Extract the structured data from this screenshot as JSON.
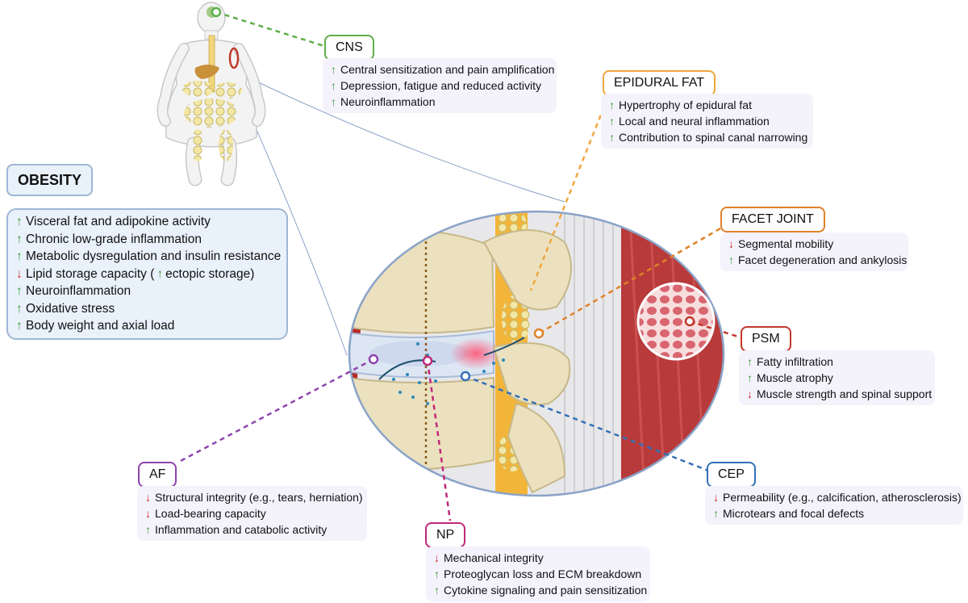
{
  "colors": {
    "cns": "#5fae4b",
    "epidural_fat": "#f0a640",
    "facet_joint": "#e0822a",
    "psm": "#c0392b",
    "cep": "#3470b8",
    "af": "#8e44ad",
    "np": "#c0297a",
    "obesity": "#9fb7d4",
    "up_arrow": "#3c9c3c",
    "down_arrow": "#cc2a2a"
  },
  "obesity": {
    "title": "OBESITY",
    "items": [
      {
        "dir": "up",
        "text": "Visceral fat and adipokine activity"
      },
      {
        "dir": "up",
        "text": "Chronic low-grade inflammation"
      },
      {
        "dir": "up",
        "text": "Metabolic dysregulation and insulin resistance"
      },
      {
        "dir": "down",
        "text": "Lipid storage capacity (",
        "inner_dir": "up",
        "suffix": "ectopic storage)"
      },
      {
        "dir": "up",
        "text": "Neuroinflammation"
      },
      {
        "dir": "up",
        "text": "Oxidative stress"
      },
      {
        "dir": "up",
        "text": "Body weight and axial load"
      }
    ]
  },
  "cns": {
    "title": "CNS",
    "items": [
      {
        "dir": "up",
        "text": "Central sensitization and pain amplification"
      },
      {
        "dir": "up",
        "text": "Depression, fatigue and reduced activity"
      },
      {
        "dir": "up",
        "text": "Neuroinflammation"
      }
    ]
  },
  "epidural_fat": {
    "title": "EPIDURAL FAT",
    "items": [
      {
        "dir": "up",
        "text": "Hypertrophy of epidural fat"
      },
      {
        "dir": "up",
        "text": "Local and neural inflammation"
      },
      {
        "dir": "up",
        "text": "Contribution to spinal canal narrowing"
      }
    ]
  },
  "facet_joint": {
    "title": "FACET JOINT",
    "items": [
      {
        "dir": "down",
        "text": "Segmental mobility"
      },
      {
        "dir": "up",
        "text": "Facet degeneration and ankylosis"
      }
    ]
  },
  "psm": {
    "title": "PSM",
    "items": [
      {
        "dir": "up",
        "text": "Fatty infiltration"
      },
      {
        "dir": "up",
        "text": "Muscle atrophy"
      },
      {
        "dir": "down",
        "text": "Muscle strength and spinal support"
      }
    ]
  },
  "cep": {
    "title": "CEP",
    "items": [
      {
        "dir": "down",
        "text": "Permeability (e.g., calcification, atherosclerosis)"
      },
      {
        "dir": "up",
        "text": "Microtears and focal defects"
      }
    ]
  },
  "af": {
    "title": "AF",
    "items": [
      {
        "dir": "down",
        "text": "Structural integrity (e.g., tears, herniation)"
      },
      {
        "dir": "down",
        "text": "Load-bearing capacity"
      },
      {
        "dir": "up",
        "text": "Inflammation and catabolic activity"
      }
    ]
  },
  "np": {
    "title": "NP",
    "items": [
      {
        "dir": "down",
        "text": "Mechanical integrity"
      },
      {
        "dir": "up",
        "text": "Proteoglycan loss and ECM breakdown"
      },
      {
        "dir": "up",
        "text": "Cytokine signaling and pain sensitization"
      }
    ]
  }
}
